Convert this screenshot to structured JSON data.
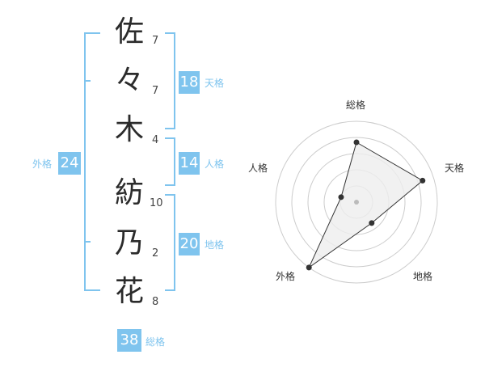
{
  "name": {
    "characters": [
      {
        "char": "佐",
        "strokes": "7"
      },
      {
        "char": "々",
        "strokes": "7"
      },
      {
        "char": "木",
        "strokes": "4"
      },
      {
        "char": "紡",
        "strokes": "10"
      },
      {
        "char": "乃",
        "strokes": "2"
      },
      {
        "char": "花",
        "strokes": "8"
      }
    ]
  },
  "fortune": {
    "tenkaku": {
      "value": "18",
      "label": "天格"
    },
    "jinkaku": {
      "value": "14",
      "label": "人格"
    },
    "chikaku": {
      "value": "20",
      "label": "地格"
    },
    "gaikaku": {
      "value": "24",
      "label": "外格"
    },
    "soukaku": {
      "value": "38",
      "label": "総格"
    }
  },
  "radar": {
    "axes": [
      "総格",
      "天格",
      "地格",
      "外格",
      "人格"
    ],
    "levels": 5,
    "values": [
      3.7,
      4.3,
      1.6,
      5.0,
      1.0
    ],
    "colors": {
      "ring": "#cccccc",
      "fill": "#eeeeee",
      "line": "#333333",
      "point": "#333333",
      "center": "#bbbbbb"
    }
  },
  "colors": {
    "accent": "#7fc4ee"
  }
}
